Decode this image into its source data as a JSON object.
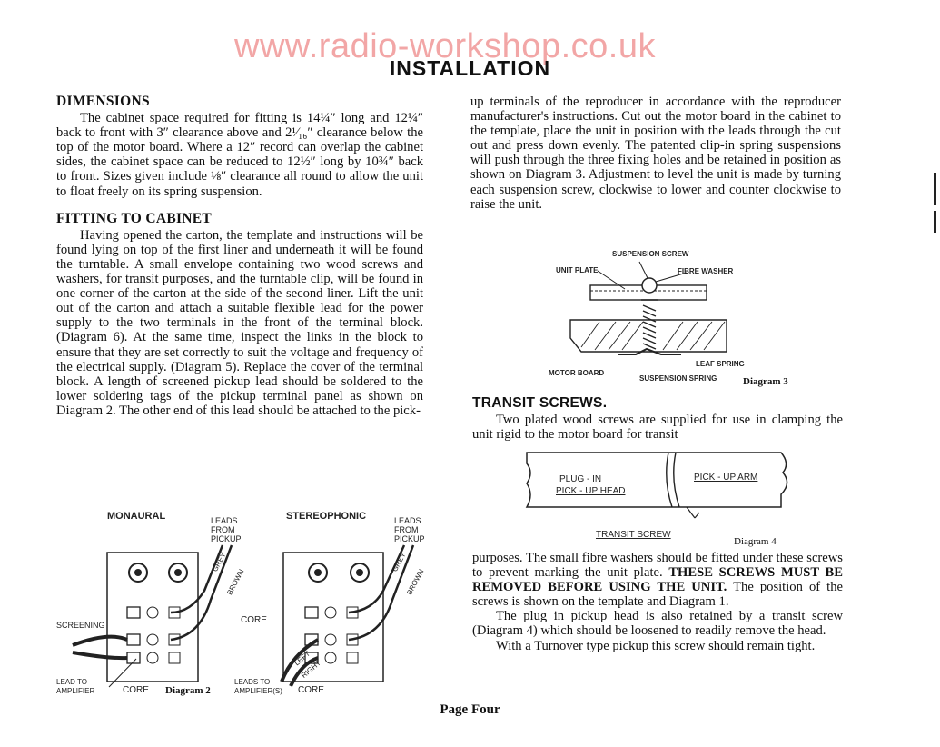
{
  "watermark": "www.radio-workshop.co.uk",
  "title": "INSTALLATION",
  "dimensions": {
    "heading": "DIMENSIONS",
    "text": "The cabinet space required for fitting is 14¼″ long and 12¼″ back to front with 3″ clearance above and 2¹⁄₁₆″ clearance below the top of the motor board. Where a 12″ record can overlap the cabinet sides, the cabinet space can be reduced to 12½″ long by 10¾″ back to front. Sizes given include ⅛″ clearance all round to allow the unit to float freely on its spring suspension."
  },
  "fitting": {
    "heading": "FITTING TO CABINET",
    "text": "Having opened the carton, the template and instructions will be found lying on top of the first liner and underneath it will be found the turntable. A small envelope containing two wood screws and washers, for transit purposes, and the turntable clip, will be found in one corner of the carton at the side of the second liner. Lift the unit out of the carton and attach a suitable flexible lead for the power supply to the two terminals in the front of the terminal block. (Diagram 6). At the same time, inspect the links in the block to ensure that they are set correctly to suit the voltage and frequency of the electrical supply. (Diagram 5). Replace the cover of the terminal block. A length of screened pickup lead should be soldered to the lower soldering tags of the pickup terminal panel as shown on Diagram 2. The other end of this lead should be attached to the pick-"
  },
  "right_intro": "up terminals of the reproducer in accordance with the reproducer manufacturer's instructions. Cut out the motor board in the cabinet to the template, place the unit in position with the leads through the cut out and press down evenly. The patented clip-in spring suspensions will push through the three fixing holes and be retained in position as shown on Diagram 3. Adjustment to level the unit is made by turning each suspension screw, clockwise to lower and counter clockwise to raise the unit.",
  "diagram3": {
    "suspension_screw": "SUSPENSION SCREW",
    "unit_plate": "UNIT PLATE",
    "fibre_washer": "FIBRE WASHER",
    "leaf_spring": "LEAF SPRING",
    "motor_board": "MOTOR BOARD",
    "suspension_spring": "SUSPENSION SPRING",
    "caption": "Diagram 3"
  },
  "transit": {
    "heading": "TRANSIT SCREWS.",
    "text": "Two plated wood screws are supplied for use in clamping the unit rigid to the motor board for transit"
  },
  "diagram4": {
    "plug_in": "PLUG - IN",
    "pickup_head": "PICK - UP HEAD",
    "pickup_arm": "PICK - UP ARM",
    "transit_screw": "TRANSIT SCREW",
    "caption": "Diagram 4"
  },
  "transit_more": {
    "text_a": "purposes. The small fibre washers should be fitted under these screws to prevent marking the unit plate.",
    "warning": "THESE SCREWS MUST BE REMOVED BEFORE USING THE UNIT.",
    "text_b": "The position of the screws is shown on the template and Diagram 1.",
    "plug_text": "The plug in pickup head is also retained by a transit screw (Diagram 4) which should be loosened to readily remove the head.",
    "turnover_text": "With a Turnover type pickup this screw should remain tight."
  },
  "diagram2": {
    "monaural": "MONAURAL",
    "stereophonic": "STEREOPHONIC",
    "leads_from_pickup_1": "LEADS FROM PICKUP",
    "leads_from_pickup_2": "LEADS FROM PICKUP",
    "grey": "GREY",
    "brown": "BROWN",
    "screening": "SCREENING",
    "lead_to_amplifier": "LEAD TO AMPLIFIER",
    "core": "CORE",
    "core_2": "CORE",
    "core_3": "CORE",
    "leads_to_amplifiers": "LEADS TO AMPLIFIER(S)",
    "left": "LEFT",
    "right": "RIGHT",
    "caption": "Diagram 2"
  },
  "footer": "Page Four"
}
